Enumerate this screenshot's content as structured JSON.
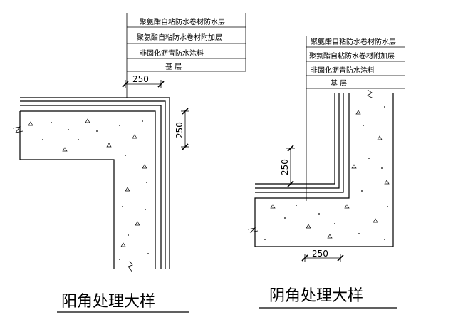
{
  "left_detail": {
    "title": "阳角处理大样",
    "layers": [
      "聚氨酯自粘防水卷材防水层",
      "聚氨酯自粘防水卷材附加层",
      "非固化沥青防水涂料",
      "基 层"
    ],
    "dim_horizontal": "250",
    "dim_vertical": "250"
  },
  "right_detail": {
    "title": "阴角处理大样",
    "layers": [
      "聚氨酯自粘防水卷材防水层",
      "聚氨酯自粘防水卷材附加层",
      "非固化沥青防水涂料",
      "基 层"
    ],
    "dim_vertical": "250",
    "dim_horizontal": "250"
  },
  "colors": {
    "line": "#000000",
    "background": "#ffffff"
  }
}
